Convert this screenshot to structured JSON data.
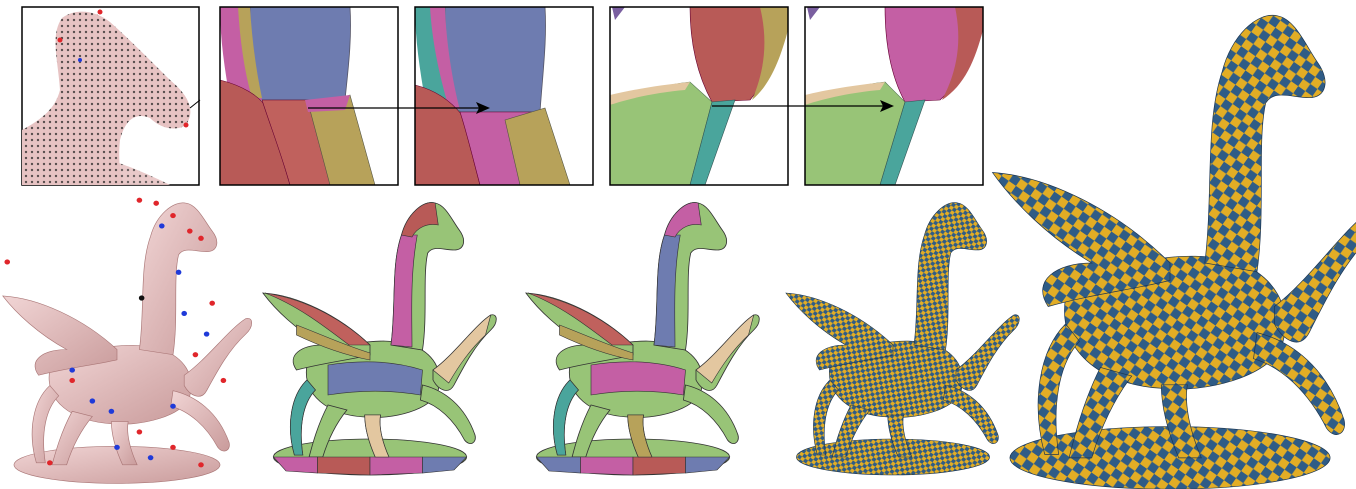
{
  "figure": {
    "panels": [
      {
        "id": "input-mesh-with-feature-points",
        "style": "pink-shaded-mesh"
      },
      {
        "id": "segmentation-before",
        "style": "colored-patches"
      },
      {
        "id": "segmentation-after",
        "style": "colored-patches"
      },
      {
        "id": "checkerboard-parameterization",
        "style": "checker-texture"
      },
      {
        "id": "checkerboard-parameterization-zoom",
        "style": "checker-texture"
      }
    ],
    "insets": [
      {
        "id": "head-closeup-mesh"
      },
      {
        "id": "neck-patch-before"
      },
      {
        "id": "neck-patch-after"
      },
      {
        "id": "leg-patch-before"
      },
      {
        "id": "leg-patch-after"
      }
    ],
    "colors": {
      "mesh_pink": "#e7c3c3",
      "checker_dark": "#2f5c86",
      "checker_light": "#e2ad25",
      "patch_blue": "#6e7cb0",
      "patch_red": "#b85a57",
      "patch_magenta": "#c45fa4",
      "patch_olive": "#b7a25a",
      "patch_green": "#98c477",
      "patch_teal": "#4aa59c",
      "feature_red": "#e0262b",
      "feature_blue": "#1f3ad9"
    }
  }
}
